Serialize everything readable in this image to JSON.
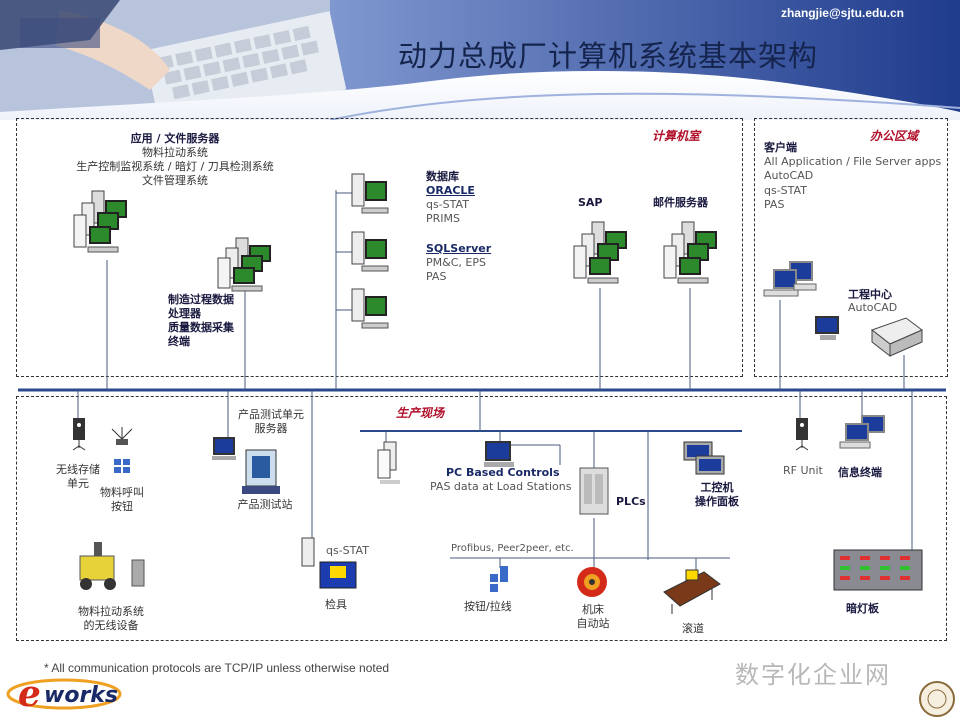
{
  "header": {
    "email": "zhangjie@sjtu.edu.cn",
    "title": "动力总成厂计算机系统基本架构"
  },
  "zones": {
    "computer_room": "计算机室",
    "office": "办公区域",
    "production": "生产现场"
  },
  "computer_room": {
    "app_server": {
      "title": "应用 / 文件服务器",
      "lines": [
        "物料拉动系统",
        "生产控制监视系统 / 暗灯 / 刀具检测系统",
        "文件管理系统"
      ]
    },
    "database": {
      "title": "数据库",
      "oracle": "ORACLE",
      "oracle_items": [
        "qs-STAT",
        "PRIMS"
      ],
      "sqlserver": "SQLServer",
      "sqlserver_items": [
        "PM&C, EPS",
        "PAS"
      ]
    },
    "mfg_data": {
      "lines": [
        "制造过程数据",
        "处理器",
        "质量数据采集",
        "终端"
      ]
    },
    "sap": "SAP",
    "mail": "邮件服务器"
  },
  "office": {
    "client_title": "客户端",
    "client_items": [
      "All Application / File Server apps",
      "AutoCAD",
      "qs-STAT",
      "PAS"
    ],
    "eng_title": "工程中心",
    "eng_sub": "AutoCAD"
  },
  "production": {
    "wireless_storage": [
      "无线存储",
      "单元"
    ],
    "call_button": [
      "物料呼叫",
      "按钮"
    ],
    "test_server": [
      "产品测试单元",
      "服务器"
    ],
    "test_station": "产品测试站",
    "pc_controls_title": "PC Based Controls",
    "pc_controls_sub": "PAS data at Load Stations",
    "plcs": "PLCs",
    "ipc": [
      "工控机",
      "操作面板"
    ],
    "rf_unit": "RF Unit",
    "info_terminal": "信息终端",
    "wireless_device": [
      "物料拉动系统",
      "的无线设备"
    ],
    "qs_stat": "qs-STAT",
    "gauge": "检具",
    "profibus": "Profibus, Peer2peer, etc.",
    "button_pull": "按钮/拉线",
    "machine_station": [
      "机床",
      "自动站"
    ],
    "roller": "滚道",
    "andon_board": "暗灯板"
  },
  "footer": {
    "note": "* All communication  protocols are TCP/IP  unless otherwise noted",
    "brand": "数字化企业网",
    "logo": "eworks"
  },
  "colors": {
    "header_blue": "#1f3b8c",
    "network_bus": "#2a4a8c",
    "zone_label": "#b0102a",
    "title": "#14244d"
  }
}
